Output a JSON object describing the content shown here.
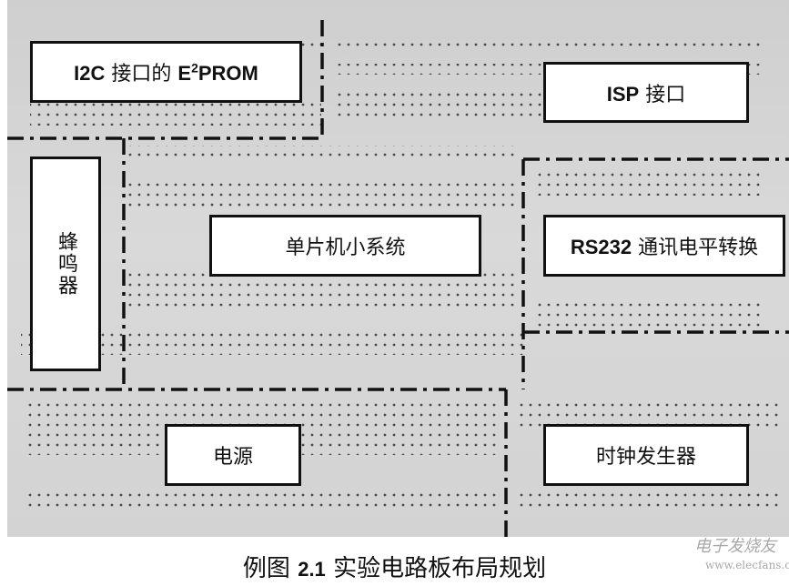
{
  "figure": {
    "caption_prefix": "例图",
    "caption_number": "2.1",
    "caption_title": "实验电路板布局规划"
  },
  "blocks": {
    "eeprom": {
      "prefix": "I2C",
      "mid": " 接口的 ",
      "e": "E",
      "sup": "2",
      "rest": "PROM"
    },
    "isp": {
      "prefix": "ISP",
      "rest": " 接口"
    },
    "buzzer": {
      "label": "蜂鸣器"
    },
    "mcu": {
      "label": "单片机小系统"
    },
    "rs232": {
      "prefix": "RS232",
      "rest": " 通讯电平转换"
    },
    "power": {
      "label": "电源"
    },
    "clock": {
      "label": "时钟发生器"
    }
  },
  "watermark": {
    "brand": "电子发烧友",
    "url": "www.elecfans.com"
  },
  "colors": {
    "board": "#d3d3d3",
    "hole": "#444444",
    "divider": "#111111",
    "watermark": "#a8a8a8"
  }
}
